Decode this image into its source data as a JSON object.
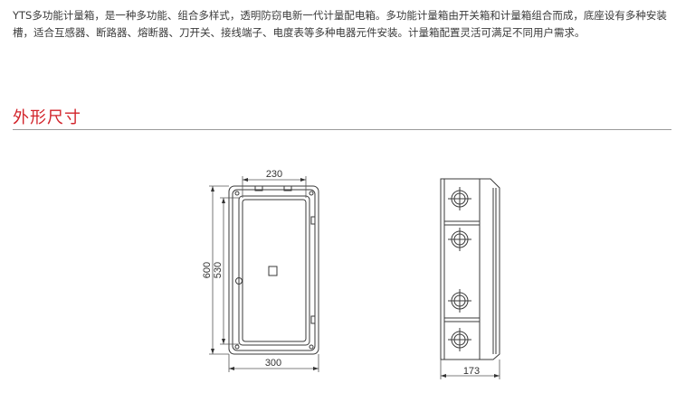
{
  "intro": {
    "text": "YTS多功能计量箱，是一种多功能、组合多样式，透明防窃电新一代计量配电箱。多功能计量箱由开关箱和计量箱组合而成，底座设有多种安装槽，适合互感器、断路器、熔断器、刀开关、接线端子、电度表等多种电器元件安装。计量箱配置灵活可满足不同用户需求。"
  },
  "section": {
    "title": "外形尺寸"
  },
  "drawing": {
    "front": {
      "width_top": "230",
      "width_bottom": "300",
      "height_outer": "600",
      "height_inner": "530"
    },
    "side": {
      "depth": "173"
    }
  }
}
